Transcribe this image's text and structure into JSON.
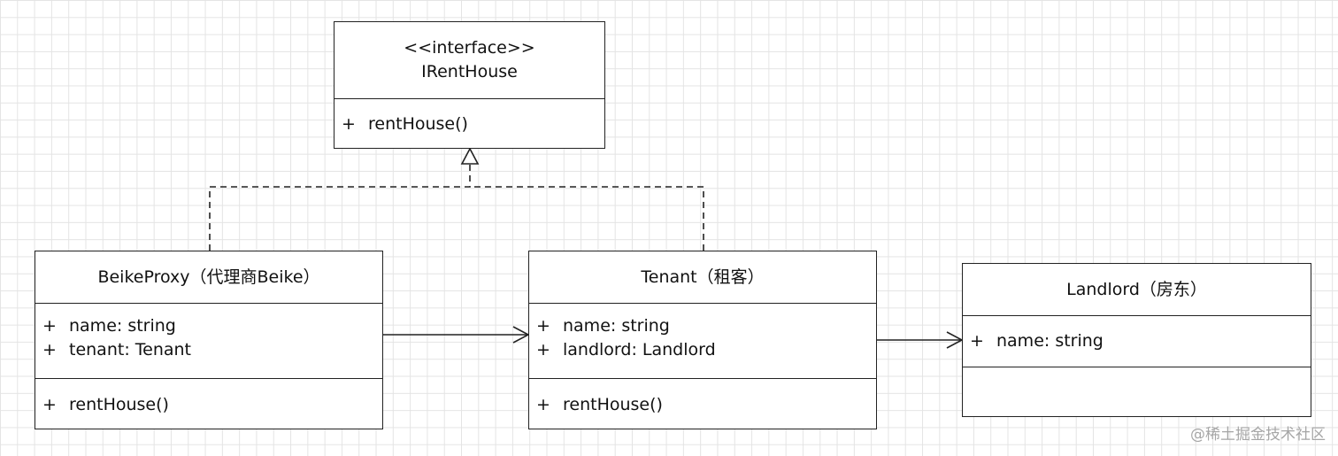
{
  "diagram": {
    "interface": {
      "stereotype": "<<interface>>",
      "name": "IRentHouse",
      "operations": [
        {
          "visibility": "+",
          "text": "rentHouse()"
        }
      ]
    },
    "beike_proxy": {
      "name": "BeikeProxy（代理商Beike）",
      "attributes": [
        {
          "visibility": "+",
          "text": "name: string"
        },
        {
          "visibility": "+",
          "text": "tenant: Tenant"
        }
      ],
      "operations": [
        {
          "visibility": "+",
          "text": "rentHouse()"
        }
      ]
    },
    "tenant": {
      "name": "Tenant（租客）",
      "attributes": [
        {
          "visibility": "+",
          "text": "name: string"
        },
        {
          "visibility": "+",
          "text": "landlord: Landlord"
        }
      ],
      "operations": [
        {
          "visibility": "+",
          "text": "rentHouse()"
        }
      ]
    },
    "landlord": {
      "name": "Landlord（房东）",
      "attributes": [
        {
          "visibility": "+",
          "text": "name: string"
        }
      ],
      "operations": []
    },
    "relations": [
      {
        "from": "BeikeProxy",
        "to": "IRentHouse",
        "kind": "realization"
      },
      {
        "from": "Tenant",
        "to": "IRentHouse",
        "kind": "realization"
      },
      {
        "from": "BeikeProxy",
        "to": "Tenant",
        "kind": "association"
      },
      {
        "from": "Tenant",
        "to": "Landlord",
        "kind": "association"
      }
    ]
  },
  "watermark": "@稀土掘金技术社区"
}
